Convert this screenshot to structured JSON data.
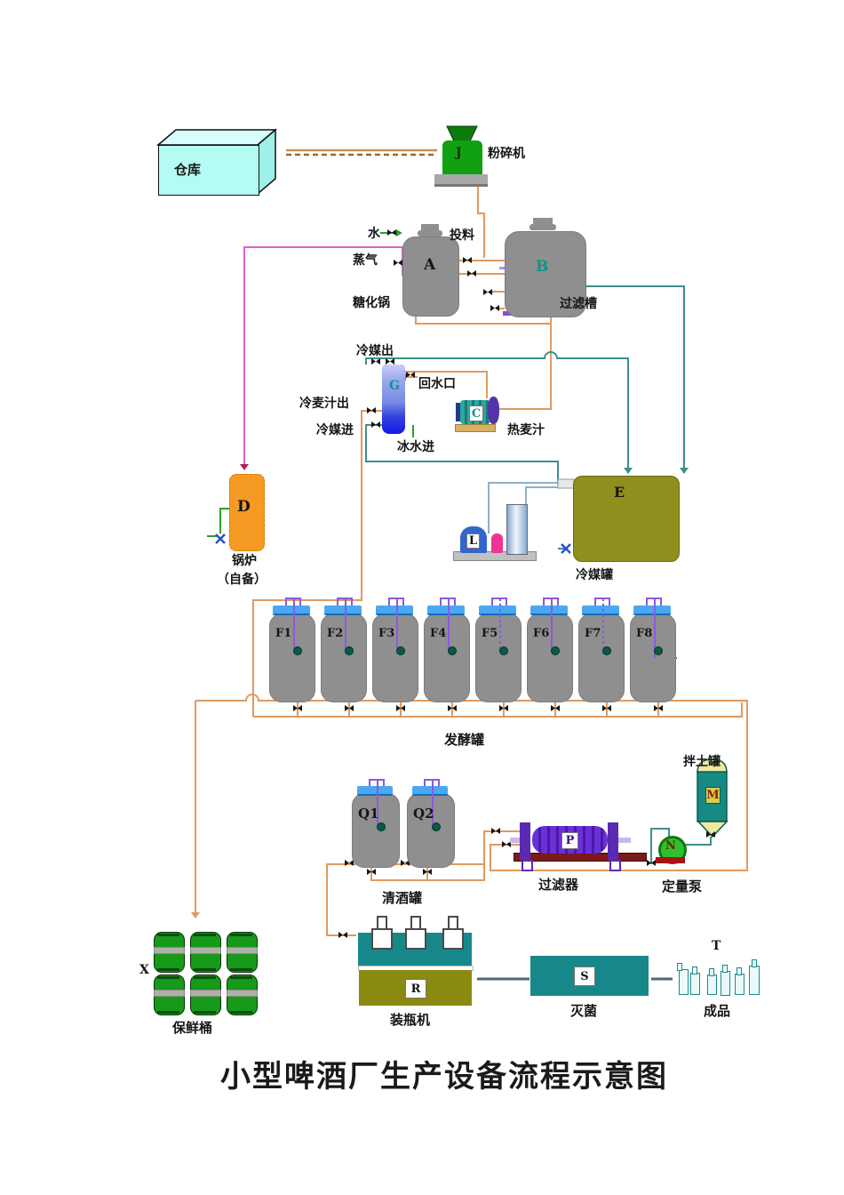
{
  "title": "小型啤酒厂生产设备流程示意图",
  "labels": {
    "warehouse": "仓库",
    "crusher": "粉碎机",
    "water": "水",
    "steam": "蒸气",
    "feed": "投料",
    "mash_tun": "糖化锅",
    "lauter_tun": "过滤槽",
    "coolant_out": "冷媒出",
    "return_port": "回水口",
    "cold_wort_out": "冷麦汁出",
    "coolant_in": "冷媒进",
    "ice_water_in": "冰水进",
    "hot_wort": "热麦汁",
    "boiler": "锅炉",
    "boiler_note": "（自备）",
    "coolant_tank": "冷媒罐",
    "fermenter": "发酵罐",
    "clay_tank": "拌土罐",
    "bright_tank": "清酒罐",
    "filter": "过滤器",
    "metering_pump": "定量泵",
    "bottler": "装瓶机",
    "sterilize": "灭菌",
    "product": "成品",
    "keg": "保鲜桶"
  },
  "units": {
    "crusher_id": "J",
    "mash_id": "A",
    "lauter_id": "B",
    "cooler_id": "G",
    "wort_pump_id": "C",
    "boiler_id": "D",
    "coolant_tank_id": "E",
    "chiller_id": "L",
    "fermenters": [
      "F1",
      "F2",
      "F3",
      "F4",
      "F5",
      "F6",
      "F7",
      "F8"
    ],
    "bright_tanks": [
      "Q1",
      "Q2"
    ],
    "filter_id": "P",
    "clay_tank_id": "M",
    "metering_pump_id": "N",
    "bottler_id": "R",
    "sterilizer_id": "S",
    "product_id": "T",
    "keg_id": "X"
  },
  "colors": {
    "pipe_wort": "#e09a5f",
    "pipe_steam": "#e060cc",
    "pipe_coolant": "#3d8f8b",
    "pipe_water": "#2aa02a",
    "pipe_slurry": "#8a5ae0",
    "tank_gray": "#8f8f8f",
    "coolant_tank_olive": "#8f8f1e",
    "machine_teal": "#17888a"
  }
}
